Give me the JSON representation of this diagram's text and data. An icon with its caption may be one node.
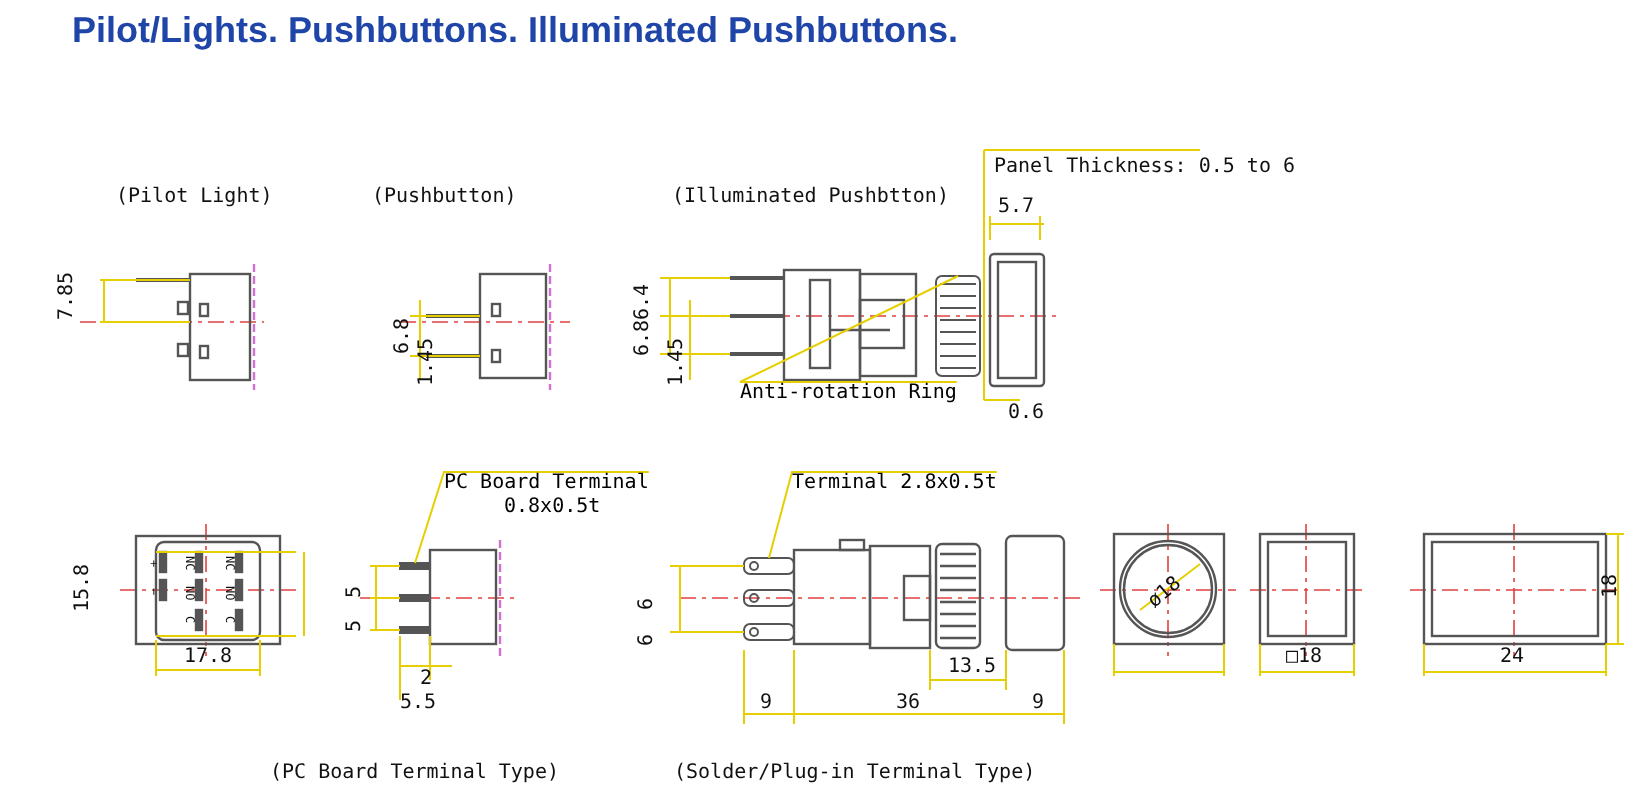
{
  "diagram": {
    "title": "Pilot/Lights.   Pushbuttons.   Illuminated Pushbuttons.",
    "nodes": [
      {
        "text": [
          "Anti-rotation Ring"
        ]
      },
      {
        "text": [],
        "shape": "picture"
      },
      {
        "text": [
          "PC Board Terminal",
          "0.8x0.5t"
        ]
      },
      {
        "text": [],
        "shape": "picture"
      },
      {
        "text": [
          "Terminal 2.8x0.5t"
        ]
      },
      {
        "text": [],
        "shape": "picture"
      }
    ],
    "edges": [
      {
        "from": 0,
        "to": 1,
        "arrow": "none"
      },
      {
        "from": 2,
        "to": 3,
        "arrow": "none"
      },
      {
        "from": 4,
        "to": 5,
        "arrow": "none"
      }
    ],
    "labels": [
      "(Pilot Light)",
      "(Pushbutton)",
      "(Illuminated Pushbtton)",
      "Panel Thickness: 0.5 to 6",
      "5.7",
      "7.85",
      "6.8",
      "1.45",
      "6.4",
      "6.8",
      "1.45",
      "0.6",
      "15.8",
      "+",
      "NC",
      "NC",
      "−",
      "NO",
      "NO",
      "C",
      "C",
      "17.8",
      "5",
      "5",
      "2",
      "5.5",
      "6",
      "6",
      "13.5",
      "9",
      "36",
      "9",
      "ø18",
      "□18",
      "18",
      "24",
      "(PC Board Terminal Type)",
      "(Solder/Plug-in Terminal Type)"
    ]
  }
}
